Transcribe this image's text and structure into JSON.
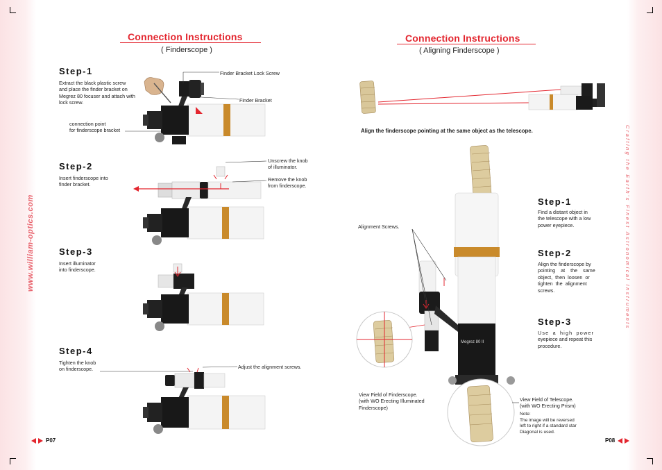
{
  "left_page": {
    "title": "Connection Instructions",
    "subtitle": "( Finderscope )",
    "side_text": "www.william-optics.com",
    "page_number": "P07",
    "steps": [
      {
        "label": "Step-1",
        "text_lines": [
          "Extract the black plastic screw",
          "and place the finder bracket on",
          "Megrez 80 focuser and attach with",
          "lock screw."
        ],
        "callouts": [
          "Finder Bracket Lock Screw",
          "Finder Bracket"
        ],
        "connection_lines": [
          "connection point",
          "for finderscope bracket"
        ]
      },
      {
        "label": "Step-2",
        "text_lines": [
          "Insert finderscope into",
          "finder bracket."
        ],
        "callout_unscrew": [
          "Unscrew the knob",
          "of illuminator."
        ],
        "callout_remove": [
          "Remove the knob",
          "from finderscope."
        ]
      },
      {
        "label": "Step-3",
        "text_lines": [
          "Insert illuminator",
          "into finderscope."
        ]
      },
      {
        "label": "Step-4",
        "text_lines": [
          "Tighten the knob",
          "on finderscope."
        ],
        "callout": "Adjust the alignment screws."
      }
    ]
  },
  "right_page": {
    "title": "Connection Instructions",
    "subtitle": "( Aligning Finderscope )",
    "side_text": "Crafting the Earth's Finest Astronomical Instruments",
    "page_number": "P08",
    "align_caption": "Align the finderscope pointing at the same object as the telescope.",
    "alignment_screws_label": "Alignment Screws.",
    "focuser_label": "Megrez 80 II",
    "steps": [
      {
        "label": "Step-1",
        "text_lines": [
          "Find a distant object in",
          "the telescope with a low",
          "power eyepiece."
        ]
      },
      {
        "label": "Step-2",
        "text_lines": [
          "Align the finderscope by",
          "pointing at the same",
          "object, then loosen or",
          "tighten the alignment",
          "screws."
        ]
      },
      {
        "label": "Step-3",
        "text_lines": [
          "Use a high power",
          "eyepiece and repeat this",
          "procedure."
        ]
      }
    ],
    "view_finder_lines": [
      "View Field of Finderscope.",
      "(with WO Erecting Illuminated",
      "Finderscope)"
    ],
    "view_telescope_lines": [
      "View Field of Telescope.",
      "(with WO Erecting Prism)"
    ],
    "note_lines": [
      "Note:",
      "The image will be reversed",
      "left to right if a standard star",
      "Diagonal is used."
    ]
  },
  "colors": {
    "accent_red": "#e3262f",
    "side_pink": "#e8646e",
    "strip_pink": "#fbe2e4",
    "brass": "#c98a2b",
    "tube_white": "#f4f4f4",
    "black": "#151515"
  },
  "icons": [
    "left-arrow-icon",
    "right-arrow-icon",
    "tower-icon",
    "telescope-icon",
    "hand-icon"
  ]
}
